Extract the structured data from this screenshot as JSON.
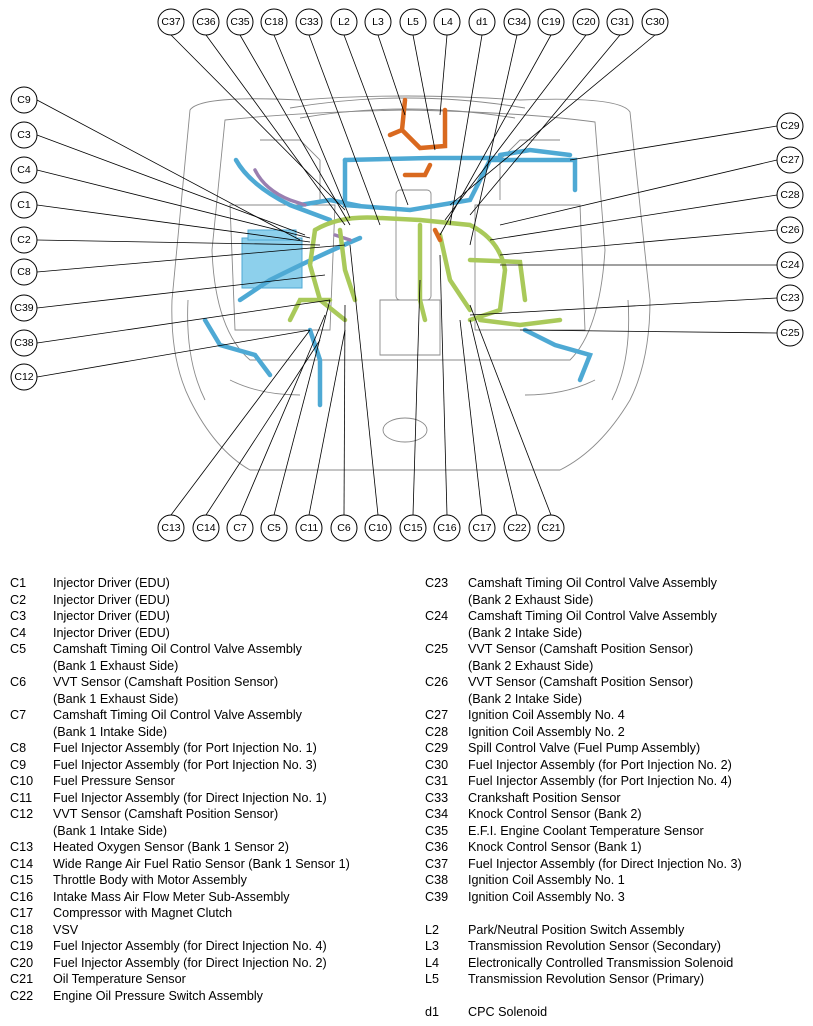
{
  "callouts": {
    "top": [
      "C37",
      "C36",
      "C35",
      "C18",
      "C33",
      "L2",
      "L3",
      "L5",
      "L4",
      "d1",
      "C34",
      "C19",
      "C20",
      "C31",
      "C30"
    ],
    "left": [
      "C9",
      "C3",
      "C4",
      "C1",
      "C2",
      "C8",
      "C39",
      "C38",
      "C12"
    ],
    "right": [
      "C29",
      "C27",
      "C28",
      "C26",
      "C24",
      "C23",
      "C25"
    ],
    "bottom": [
      "C13",
      "C14",
      "C7",
      "C5",
      "C11",
      "C6",
      "C10",
      "C15",
      "C16",
      "C17",
      "C22",
      "C21"
    ]
  },
  "legend_left": [
    {
      "code": "C1",
      "lines": [
        "Injector Driver (EDU)"
      ]
    },
    {
      "code": "C2",
      "lines": [
        "Injector Driver (EDU)"
      ]
    },
    {
      "code": "C3",
      "lines": [
        "Injector Driver (EDU)"
      ]
    },
    {
      "code": "C4",
      "lines": [
        "Injector Driver (EDU)"
      ]
    },
    {
      "code": "C5",
      "lines": [
        "Camshaft Timing Oil Control Valve Assembly",
        "(Bank 1 Exhaust Side)"
      ]
    },
    {
      "code": "C6",
      "lines": [
        "VVT Sensor (Camshaft Position Sensor)",
        "(Bank 1 Exhaust Side)"
      ]
    },
    {
      "code": "C7",
      "lines": [
        "Camshaft Timing Oil Control Valve Assembly",
        "(Bank 1 Intake Side)"
      ]
    },
    {
      "code": "C8",
      "lines": [
        "Fuel Injector Assembly (for Port Injection No. 1)"
      ]
    },
    {
      "code": "C9",
      "lines": [
        "Fuel Injector Assembly (for Port Injection No. 3)"
      ]
    },
    {
      "code": "C10",
      "lines": [
        "Fuel Pressure Sensor"
      ]
    },
    {
      "code": "C11",
      "lines": [
        "Fuel Injector Assembly (for Direct Injection No. 1)"
      ]
    },
    {
      "code": "C12",
      "lines": [
        "VVT Sensor (Camshaft Position Sensor)",
        "(Bank 1 Intake Side)"
      ]
    },
    {
      "code": "C13",
      "lines": [
        "Heated Oxygen Sensor (Bank 1 Sensor 2)"
      ]
    },
    {
      "code": "C14",
      "lines": [
        "Wide Range Air Fuel Ratio Sensor (Bank 1 Sensor 1)"
      ]
    },
    {
      "code": "C15",
      "lines": [
        "Throttle Body with Motor Assembly"
      ]
    },
    {
      "code": "C16",
      "lines": [
        "Intake Mass Air Flow Meter Sub-Assembly"
      ]
    },
    {
      "code": "C17",
      "lines": [
        "Compressor with Magnet Clutch"
      ]
    },
    {
      "code": "C18",
      "lines": [
        "VSV"
      ]
    },
    {
      "code": "C19",
      "lines": [
        "Fuel Injector Assembly (for Direct Injection No. 4)"
      ]
    },
    {
      "code": "C20",
      "lines": [
        "Fuel Injector Assembly (for Direct Injection No. 2)"
      ]
    },
    {
      "code": "C21",
      "lines": [
        "Oil Temperature Sensor"
      ]
    },
    {
      "code": "C22",
      "lines": [
        "Engine Oil Pressure Switch Assembly"
      ]
    }
  ],
  "legend_right": [
    {
      "code": "C23",
      "lines": [
        "Camshaft Timing Oil Control Valve Assembly",
        "(Bank 2 Exhaust Side)"
      ]
    },
    {
      "code": "C24",
      "lines": [
        "Camshaft Timing Oil Control Valve Assembly",
        "(Bank 2 Intake Side)"
      ]
    },
    {
      "code": "C25",
      "lines": [
        "VVT Sensor (Camshaft Position Sensor)",
        "(Bank 2 Exhaust Side)"
      ]
    },
    {
      "code": "C26",
      "lines": [
        "VVT Sensor (Camshaft Position Sensor)",
        "(Bank 2 Intake Side)"
      ]
    },
    {
      "code": "C27",
      "lines": [
        "Ignition Coil Assembly No. 4"
      ]
    },
    {
      "code": "C28",
      "lines": [
        "Ignition Coil Assembly No. 2"
      ]
    },
    {
      "code": "C29",
      "lines": [
        "Spill Control Valve (Fuel Pump Assembly)"
      ]
    },
    {
      "code": "C30",
      "lines": [
        "Fuel Injector Assembly (for Port Injection No. 2)"
      ]
    },
    {
      "code": "C31",
      "lines": [
        "Fuel Injector Assembly (for Port Injection No. 4)"
      ]
    },
    {
      "code": "C33",
      "lines": [
        "Crankshaft Position Sensor"
      ]
    },
    {
      "code": "C34",
      "lines": [
        "Knock Control Sensor (Bank 2)"
      ]
    },
    {
      "code": "C35",
      "lines": [
        "E.F.I. Engine Coolant Temperature Sensor"
      ]
    },
    {
      "code": "C36",
      "lines": [
        "Knock Control Sensor (Bank 1)"
      ]
    },
    {
      "code": "C37",
      "lines": [
        "Fuel Injector Assembly (for Direct Injection No. 3)"
      ]
    },
    {
      "code": "C38",
      "lines": [
        "Ignition Coil Assembly No. 1"
      ]
    },
    {
      "code": "C39",
      "lines": [
        "Ignition Coil Assembly No. 3"
      ]
    },
    {
      "code": "",
      "lines": [
        ""
      ]
    },
    {
      "code": "L2",
      "lines": [
        "Park/Neutral Position Switch Assembly"
      ]
    },
    {
      "code": "L3",
      "lines": [
        "Transmission Revolution Sensor (Secondary)"
      ]
    },
    {
      "code": "L4",
      "lines": [
        "Electronically Controlled Transmission Solenoid"
      ]
    },
    {
      "code": "L5",
      "lines": [
        "Transmission Revolution Sensor (Primary)"
      ]
    },
    {
      "code": "",
      "lines": [
        ""
      ]
    },
    {
      "code": "d1",
      "lines": [
        "CPC Solenoid"
      ]
    }
  ],
  "colors": {
    "harness_blue": "#4ea9d4",
    "harness_green": "#a9c95a",
    "harness_orange": "#d9691f",
    "harness_purple": "#9a7fb0",
    "outline_gray": "#8a8a8a"
  }
}
